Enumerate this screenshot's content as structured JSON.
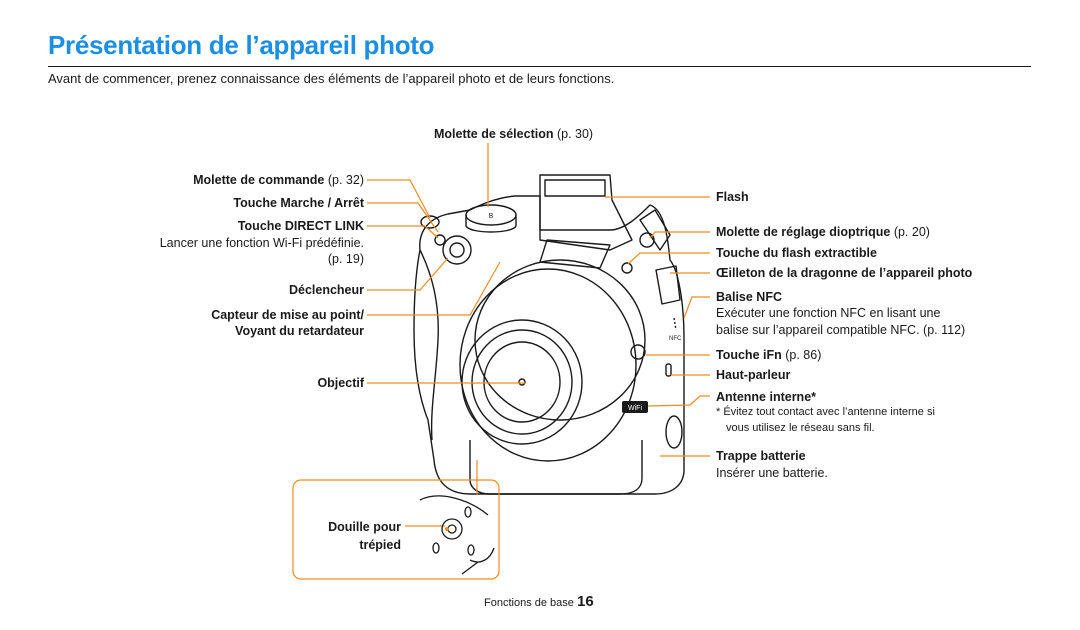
{
  "title": "Présentation de l’appareil photo",
  "intro": "Avant de commencer, prenez connaissance des éléments de l’appareil photo et de leurs fonctions.",
  "left_labels": {
    "molette_commande": {
      "name": "Molette de commande",
      "ref": "(p. 32)"
    },
    "touche_marche": {
      "name": "Touche Marche / Arrêt"
    },
    "touche_direct": {
      "name": "Touche DIRECT LINK",
      "desc1": "Lancer une fonction Wi-Fi prédéfinie.",
      "desc2": "(p. 19)"
    },
    "declencheur": {
      "name": "Déclencheur"
    },
    "capteur": {
      "name1": "Capteur de mise au point/",
      "name2": "Voyant du retardateur"
    },
    "objectif": {
      "name": "Objectif"
    }
  },
  "top_label": {
    "name": "Molette de sélection",
    "ref": "(p. 30)"
  },
  "right_labels": {
    "flash": {
      "name": "Flash"
    },
    "dioptrique": {
      "name": "Molette de réglage dioptrique",
      "ref": "(p. 20)"
    },
    "flash_extractible": {
      "name": "Touche du flash extractible"
    },
    "oeilleton": {
      "name": "Œilleton de la dragonne de l’appareil photo"
    },
    "nfc": {
      "name": "Balise NFC",
      "desc1": "Exécuter une fonction NFC en lisant une",
      "desc2": "balise sur l’appareil compatible NFC. (p. 112)"
    },
    "ifn": {
      "name": "Touche iFn",
      "ref": "(p. 86)"
    },
    "haut_parleur": {
      "name": "Haut-parleur"
    },
    "antenne": {
      "name": "Antenne interne*",
      "note1": "* Évitez tout contact avec l’antenne interne si",
      "note2": "vous utilisez le réseau sans fil."
    },
    "trappe": {
      "name": "Trappe batterie",
      "desc1": "Insérer une batterie."
    }
  },
  "inset_label": {
    "line1": "Douille pour",
    "line2": "trépied"
  },
  "camera_marks": {
    "mode_dial_text": "B",
    "wifi_text": "WiFi",
    "nfc_text": "NFC"
  },
  "footer": {
    "section": "Fonctions de base",
    "page": "16"
  },
  "colors": {
    "title": "#1a8fe3",
    "leader": "#f08a24",
    "text": "#1a1a1a"
  }
}
